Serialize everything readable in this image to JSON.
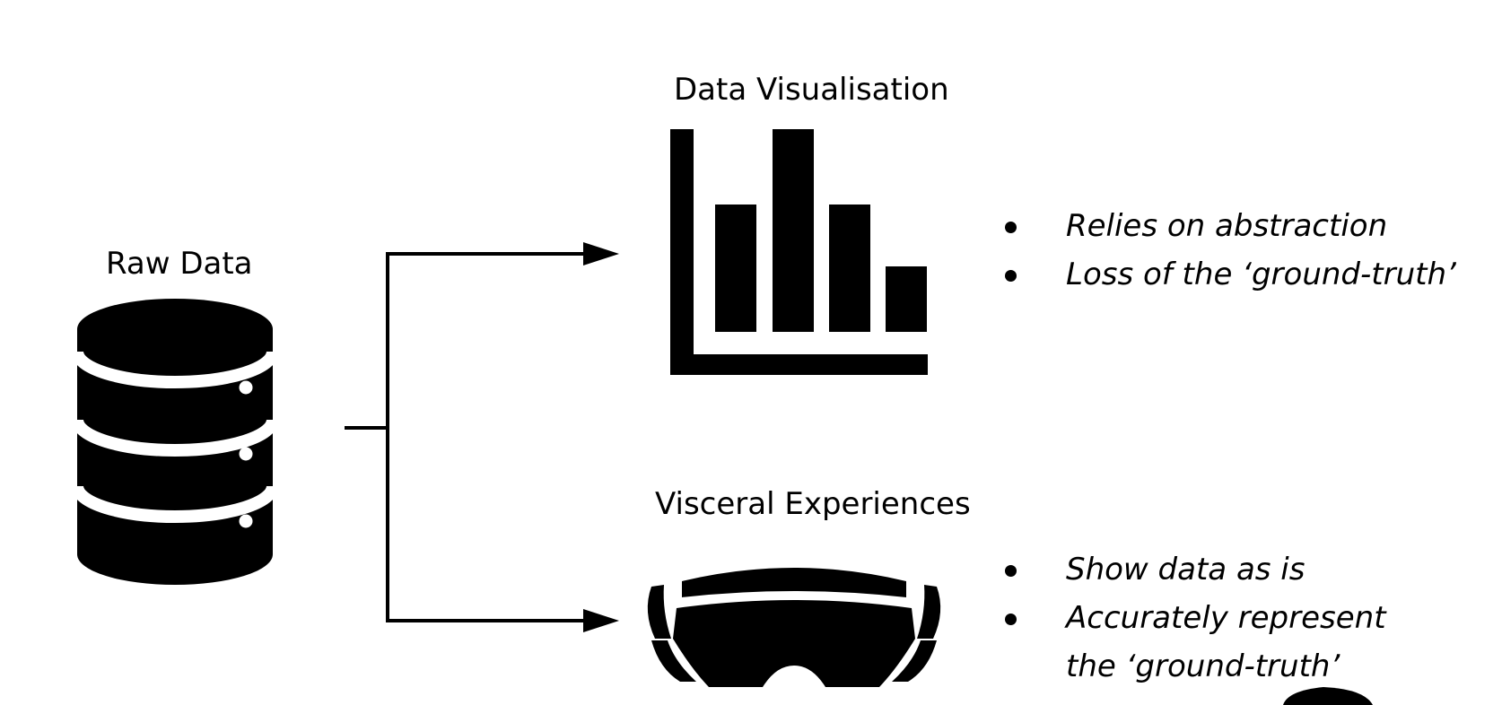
{
  "nodes": {
    "raw_data": {
      "label": "Raw Data",
      "icon": "database-icon"
    },
    "data_visualisation": {
      "label": "Data Visualisation",
      "icon": "bar-chart-icon",
      "notes": [
        "Relies on abstraction",
        "Loss of the ‘ground-truth’"
      ]
    },
    "visceral_experiences": {
      "label": "Visceral Experiences",
      "icon": "vr-headset-icon",
      "notes": [
        "Show data as is",
        "Accurately represent",
        "the ‘ground-truth’"
      ]
    }
  },
  "colors": {
    "ink": "#000000",
    "background": "#ffffff"
  }
}
